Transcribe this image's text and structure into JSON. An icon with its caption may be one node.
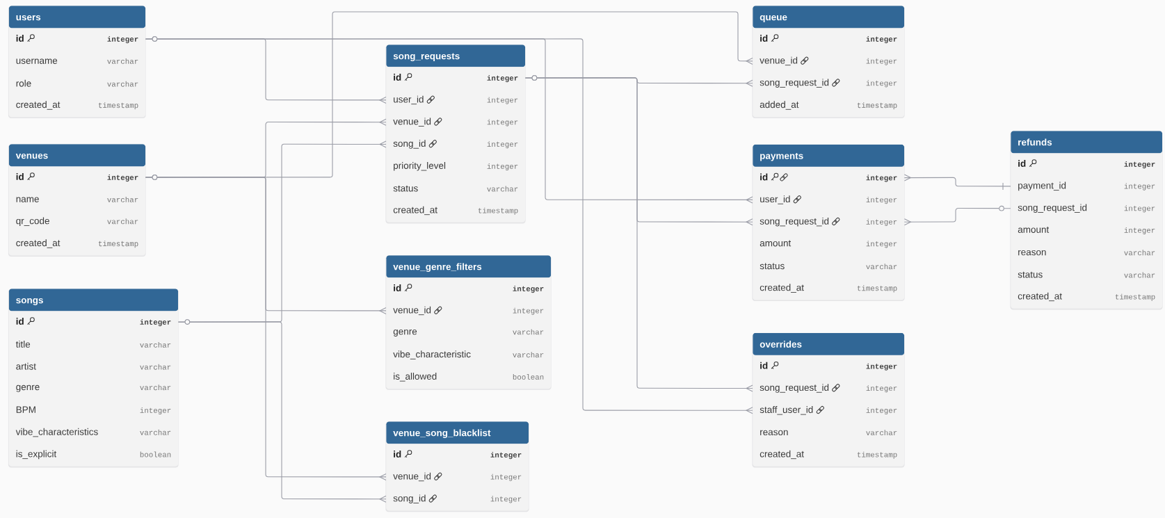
{
  "diagram": {
    "nodes": [
      {
        "text": [
          "users"
        ]
      },
      {
        "text": [
          "id",
          "integer"
        ],
        "in": 0
      },
      {
        "text": [
          "username",
          "varchar"
        ],
        "in": 0
      },
      {
        "text": [
          "role",
          "varchar"
        ],
        "in": 0
      },
      {
        "text": [
          "created_at",
          "timestamp"
        ],
        "in": 0
      },
      {
        "text": [
          "venues"
        ]
      },
      {
        "text": [
          "id",
          "integer"
        ],
        "in": 5
      },
      {
        "text": [
          "name",
          "varchar"
        ],
        "in": 5
      },
      {
        "text": [
          "qr_code",
          "varchar"
        ],
        "in": 5
      },
      {
        "text": [
          "created_at",
          "timestamp"
        ],
        "in": 5
      },
      {
        "text": [
          "songs"
        ]
      },
      {
        "text": [
          "id",
          "integer"
        ],
        "in": 10
      },
      {
        "text": [
          "title",
          "varchar"
        ],
        "in": 10
      },
      {
        "text": [
          "artist",
          "varchar"
        ],
        "in": 10
      },
      {
        "text": [
          "genre",
          "varchar"
        ],
        "in": 10
      },
      {
        "text": [
          "BPM",
          "integer"
        ],
        "in": 10
      },
      {
        "text": [
          "vibe_characteristics",
          "varchar"
        ],
        "in": 10
      },
      {
        "text": [
          "is_explicit",
          "boolean"
        ],
        "in": 10
      },
      {
        "text": [
          "song_requests"
        ]
      },
      {
        "text": [
          "id",
          "integer"
        ],
        "in": 18
      },
      {
        "text": [
          "user_id",
          "integer"
        ],
        "in": 18
      },
      {
        "text": [
          "venue_id",
          "integer"
        ],
        "in": 18
      },
      {
        "text": [
          "song_id",
          "integer"
        ],
        "in": 18
      },
      {
        "text": [
          "priority_level",
          "integer"
        ],
        "in": 18
      },
      {
        "text": [
          "status",
          "varchar"
        ],
        "in": 18
      },
      {
        "text": [
          "created_at",
          "timestamp"
        ],
        "in": 18
      },
      {
        "text": [
          "venue_genre_filters"
        ]
      },
      {
        "text": [
          "id",
          "integer"
        ],
        "in": 26
      },
      {
        "text": [
          "venue_id",
          "integer"
        ],
        "in": 26
      },
      {
        "text": [
          "genre",
          "varchar"
        ],
        "in": 26
      },
      {
        "text": [
          "vibe_characteristic",
          "varchar"
        ],
        "in": 26
      },
      {
        "text": [
          "is_allowed",
          "boolean"
        ],
        "in": 26
      },
      {
        "text": [
          "venue_song_blacklist"
        ]
      },
      {
        "text": [
          "id",
          "integer"
        ],
        "in": 32
      },
      {
        "text": [
          "venue_id",
          "integer"
        ],
        "in": 32
      },
      {
        "text": [
          "song_id",
          "integer"
        ],
        "in": 32
      },
      {
        "text": [
          "queue"
        ]
      },
      {
        "text": [
          "id",
          "integer"
        ],
        "in": 36
      },
      {
        "text": [
          "venue_id",
          "integer"
        ],
        "in": 36
      },
      {
        "text": [
          "song_request_id",
          "integer"
        ],
        "in": 36
      },
      {
        "text": [
          "added_at",
          "timestamp"
        ],
        "in": 36
      },
      {
        "text": [
          "payments"
        ]
      },
      {
        "text": [
          "id",
          "integer"
        ],
        "in": 41
      },
      {
        "text": [
          "user_id",
          "integer"
        ],
        "in": 41
      },
      {
        "text": [
          "song_request_id",
          "integer"
        ],
        "in": 41
      },
      {
        "text": [
          "amount",
          "integer"
        ],
        "in": 41
      },
      {
        "text": [
          "status",
          "varchar"
        ],
        "in": 41
      },
      {
        "text": [
          "created_at",
          "timestamp"
        ],
        "in": 41
      },
      {
        "text": [
          "overrides"
        ]
      },
      {
        "text": [
          "id",
          "integer"
        ],
        "in": 48
      },
      {
        "text": [
          "song_request_id",
          "integer"
        ],
        "in": 48
      },
      {
        "text": [
          "staff_user_id",
          "integer"
        ],
        "in": 48
      },
      {
        "text": [
          "reason",
          "varchar"
        ],
        "in": 48
      },
      {
        "text": [
          "created_at",
          "timestamp"
        ],
        "in": 48
      },
      {
        "text": [
          "refunds"
        ]
      },
      {
        "text": [
          "id",
          "integer"
        ],
        "in": 54
      },
      {
        "text": [
          "payment_id",
          "integer"
        ],
        "in": 54
      },
      {
        "text": [
          "song_request_id",
          "integer"
        ],
        "in": 54
      },
      {
        "text": [
          "amount",
          "integer"
        ],
        "in": 54
      },
      {
        "text": [
          "reason",
          "varchar"
        ],
        "in": 54
      },
      {
        "text": [
          "status",
          "varchar"
        ],
        "in": 54
      },
      {
        "text": [
          "created_at",
          "timestamp"
        ],
        "in": 54
      }
    ],
    "edges": [
      {
        "from": 1,
        "to": 20,
        "arrow": "other"
      },
      {
        "from": 1,
        "to": 43,
        "arrow": "other"
      },
      {
        "from": 1,
        "to": 51,
        "arrow": "other"
      },
      {
        "from": 6,
        "to": 21,
        "arrow": "other"
      },
      {
        "from": 6,
        "to": 38,
        "arrow": "other"
      },
      {
        "from": 6,
        "to": 28,
        "arrow": "other"
      },
      {
        "from": 6,
        "to": 34,
        "arrow": "other"
      },
      {
        "from": 11,
        "to": 22,
        "arrow": "other"
      },
      {
        "from": 11,
        "to": 35,
        "arrow": "other"
      },
      {
        "from": 19,
        "to": 39,
        "arrow": "other"
      },
      {
        "from": 19,
        "to": 44,
        "arrow": "other"
      },
      {
        "from": 19,
        "to": 50,
        "arrow": "other"
      },
      {
        "from": 56,
        "to": 42,
        "arrow": "other"
      },
      {
        "from": 57,
        "to": 44,
        "arrow": "other"
      }
    ]
  }
}
